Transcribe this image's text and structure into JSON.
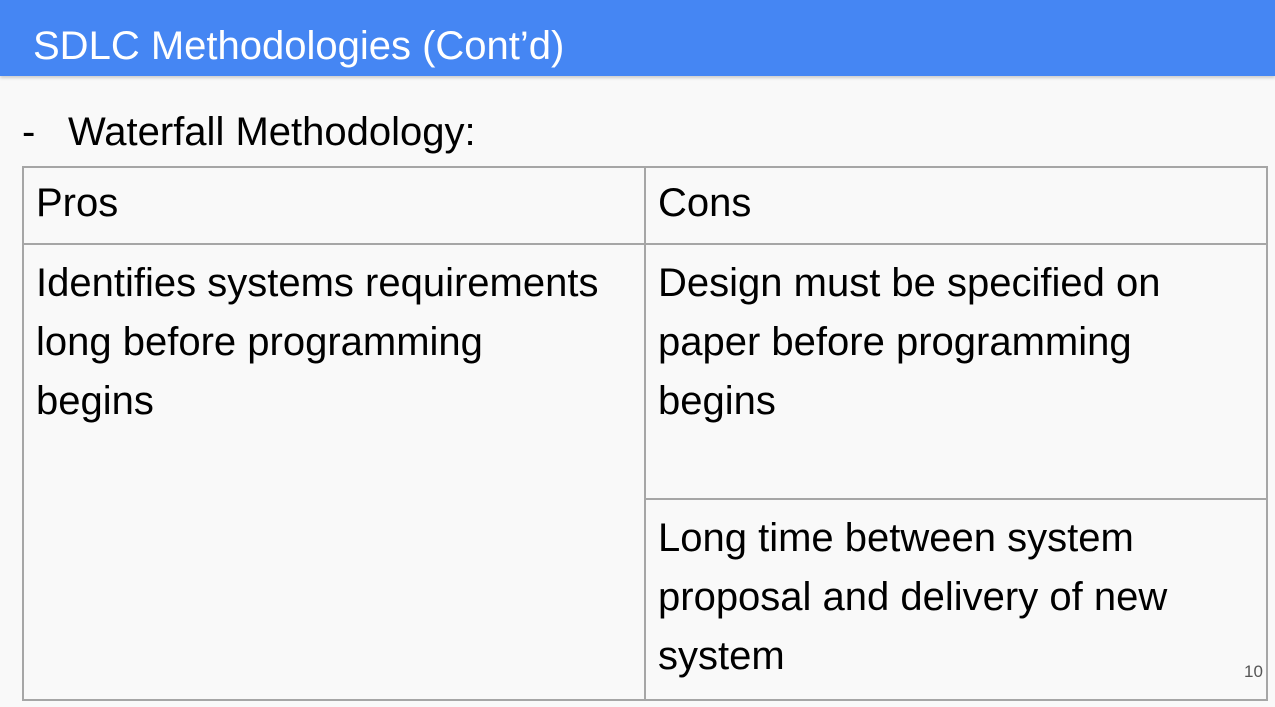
{
  "slide": {
    "title": "SDLC Methodologies (Cont’d)",
    "bullet_marker": "-",
    "bullet_text": "Waterfall Methodology:",
    "page_number": "10"
  },
  "table": {
    "headers": [
      "Pros",
      "Cons"
    ],
    "pros": [
      "Identifies systems requirements long before programming begins"
    ],
    "cons": [
      "Design must be specified on paper before programming begins",
      "Long time between system proposal and delivery of new system"
    ]
  },
  "colors": {
    "title_bar": "#4586f3",
    "title_text": "#ffffff",
    "background": "#f9f9f9",
    "table_border": "#a6a6a6"
  }
}
